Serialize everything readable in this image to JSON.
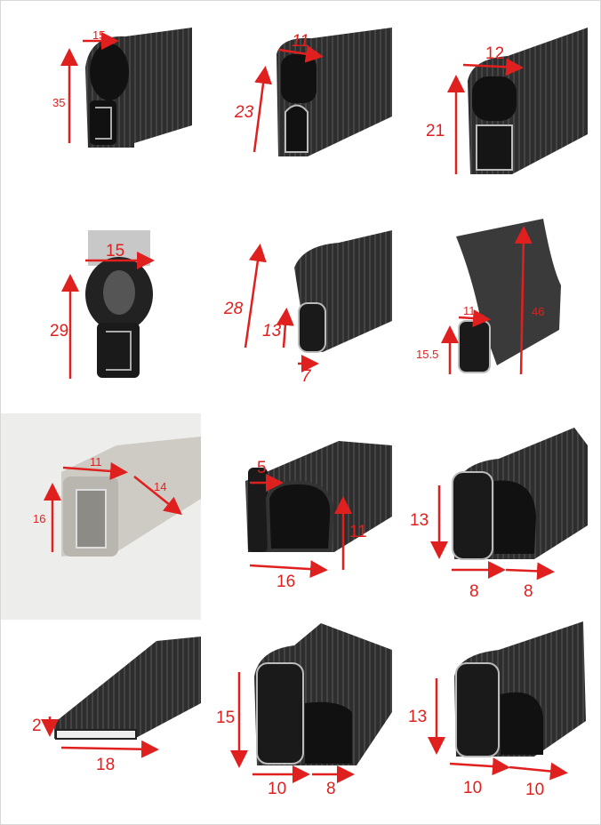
{
  "cells": [
    {
      "name": "profile-1",
      "labels": [
        "15",
        "35"
      ]
    },
    {
      "name": "profile-2",
      "labels": [
        "11",
        "23"
      ]
    },
    {
      "name": "profile-3",
      "labels": [
        "12",
        "21"
      ]
    },
    {
      "name": "profile-4",
      "labels": [
        "15",
        "29"
      ]
    },
    {
      "name": "profile-5",
      "labels": [
        "28",
        "13",
        "7"
      ]
    },
    {
      "name": "profile-6",
      "labels": [
        "11",
        "15.5",
        "46"
      ]
    },
    {
      "name": "profile-7",
      "labels": [
        "11",
        "14",
        "16"
      ]
    },
    {
      "name": "profile-8",
      "labels": [
        "5",
        "11",
        "16"
      ]
    },
    {
      "name": "profile-9",
      "labels": [
        "13",
        "8",
        "8"
      ]
    },
    {
      "name": "profile-10",
      "labels": [
        "2",
        "18"
      ]
    },
    {
      "name": "profile-11",
      "labels": [
        "15",
        "10",
        "8"
      ]
    },
    {
      "name": "profile-12",
      "labels": [
        "13",
        "10",
        "10"
      ]
    }
  ],
  "colors": {
    "annotation": "#e0201e",
    "rubber": "#2a2a2a",
    "gray_rubber": "#c9c7c0"
  }
}
